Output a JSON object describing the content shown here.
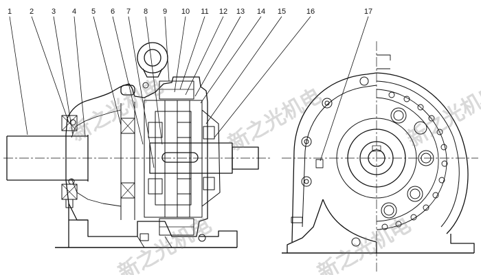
{
  "callouts": [
    "1",
    "2",
    "3",
    "4",
    "5",
    "6",
    "7",
    "8",
    "9",
    "10",
    "11",
    "12",
    "13",
    "14",
    "15",
    "16",
    "17"
  ],
  "watermark": "新之光机电",
  "colors": {
    "ink": "#111111",
    "paper": "#ffffff",
    "watermark": "#7a7a7a"
  }
}
